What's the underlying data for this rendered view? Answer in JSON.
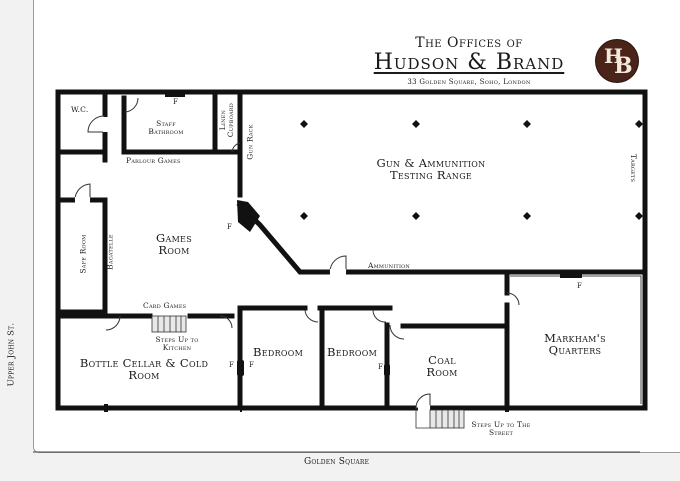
{
  "title": {
    "line1": "The Offices of",
    "line2": "Hudson & Brand",
    "address": "33 Golden Square, Soho, London"
  },
  "logo": {
    "monogram_h": "H",
    "monogram_b": "B",
    "color": "#4a2419"
  },
  "rooms": {
    "wc": "W.C.",
    "staff_bathroom": "Staff Bathroom",
    "linen_cupboard": "Linen Cupboard",
    "gun_rack": "Gun Rack",
    "range": "Gun & Ammunition Testing Range",
    "targets": "Targets",
    "parlour_games": "Parlour Games",
    "games_room": "Games Room",
    "safe_room": "Safe Room",
    "bagatelle": "Bagatelle",
    "ammunition": "Ammunition",
    "card_games": "Card Games",
    "steps_kitchen": "Steps Up to Kitchen",
    "bottle_cellar": "Bottle Cellar & Cold Room",
    "bedroom1": "Bedroom",
    "bedroom2": "Bedroom",
    "coal_room": "Coal Room",
    "markham": "Markham's Quarters",
    "steps_street": "Steps Up to The Street"
  },
  "fixture_marks": {
    "f_bathroom": "F",
    "f_games": "F",
    "f_markham": "F",
    "f_cellar_left": "F",
    "f_cellar_right": "F",
    "f_bedroom": "F"
  },
  "streets": {
    "left": "Upper John St.",
    "bottom": "Golden Square"
  },
  "colors": {
    "wall": "#111111",
    "paper": "#ffffff",
    "background": "#f2f2f2"
  }
}
